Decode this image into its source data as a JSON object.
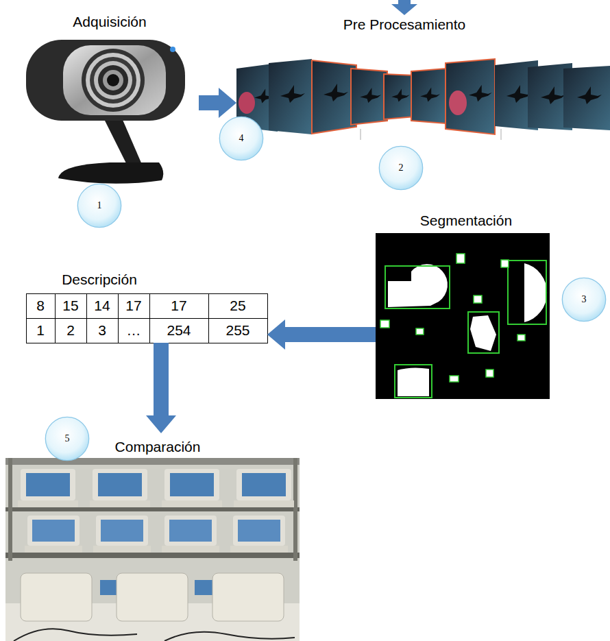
{
  "diagram": {
    "nodes": [
      {
        "text": [
          "Adquisición"
        ]
      },
      {
        "text": [
          "Pre Procesamiento"
        ]
      },
      {
        "text": [
          "Segmentación"
        ]
      },
      {
        "text": [
          "Descripción"
        ]
      },
      {
        "text": [
          "Comparación"
        ]
      },
      {
        "text": [
          "1"
        ]
      },
      {
        "text": [
          "2"
        ]
      },
      {
        "text": [
          "3"
        ]
      },
      {
        "text": [
          "4"
        ]
      },
      {
        "text": [
          "5"
        ]
      }
    ],
    "edges": [
      {
        "from": 0,
        "to": 1,
        "arrow": "to"
      },
      {
        "from": 2,
        "to": 3,
        "arrow": "to"
      },
      {
        "from": 3,
        "to": 4,
        "arrow": "to"
      }
    ],
    "labels": [
      "8",
      "15",
      "14",
      "17",
      "17",
      "25",
      "1",
      "2",
      "3",
      "…",
      "254",
      "255"
    ]
  }
}
